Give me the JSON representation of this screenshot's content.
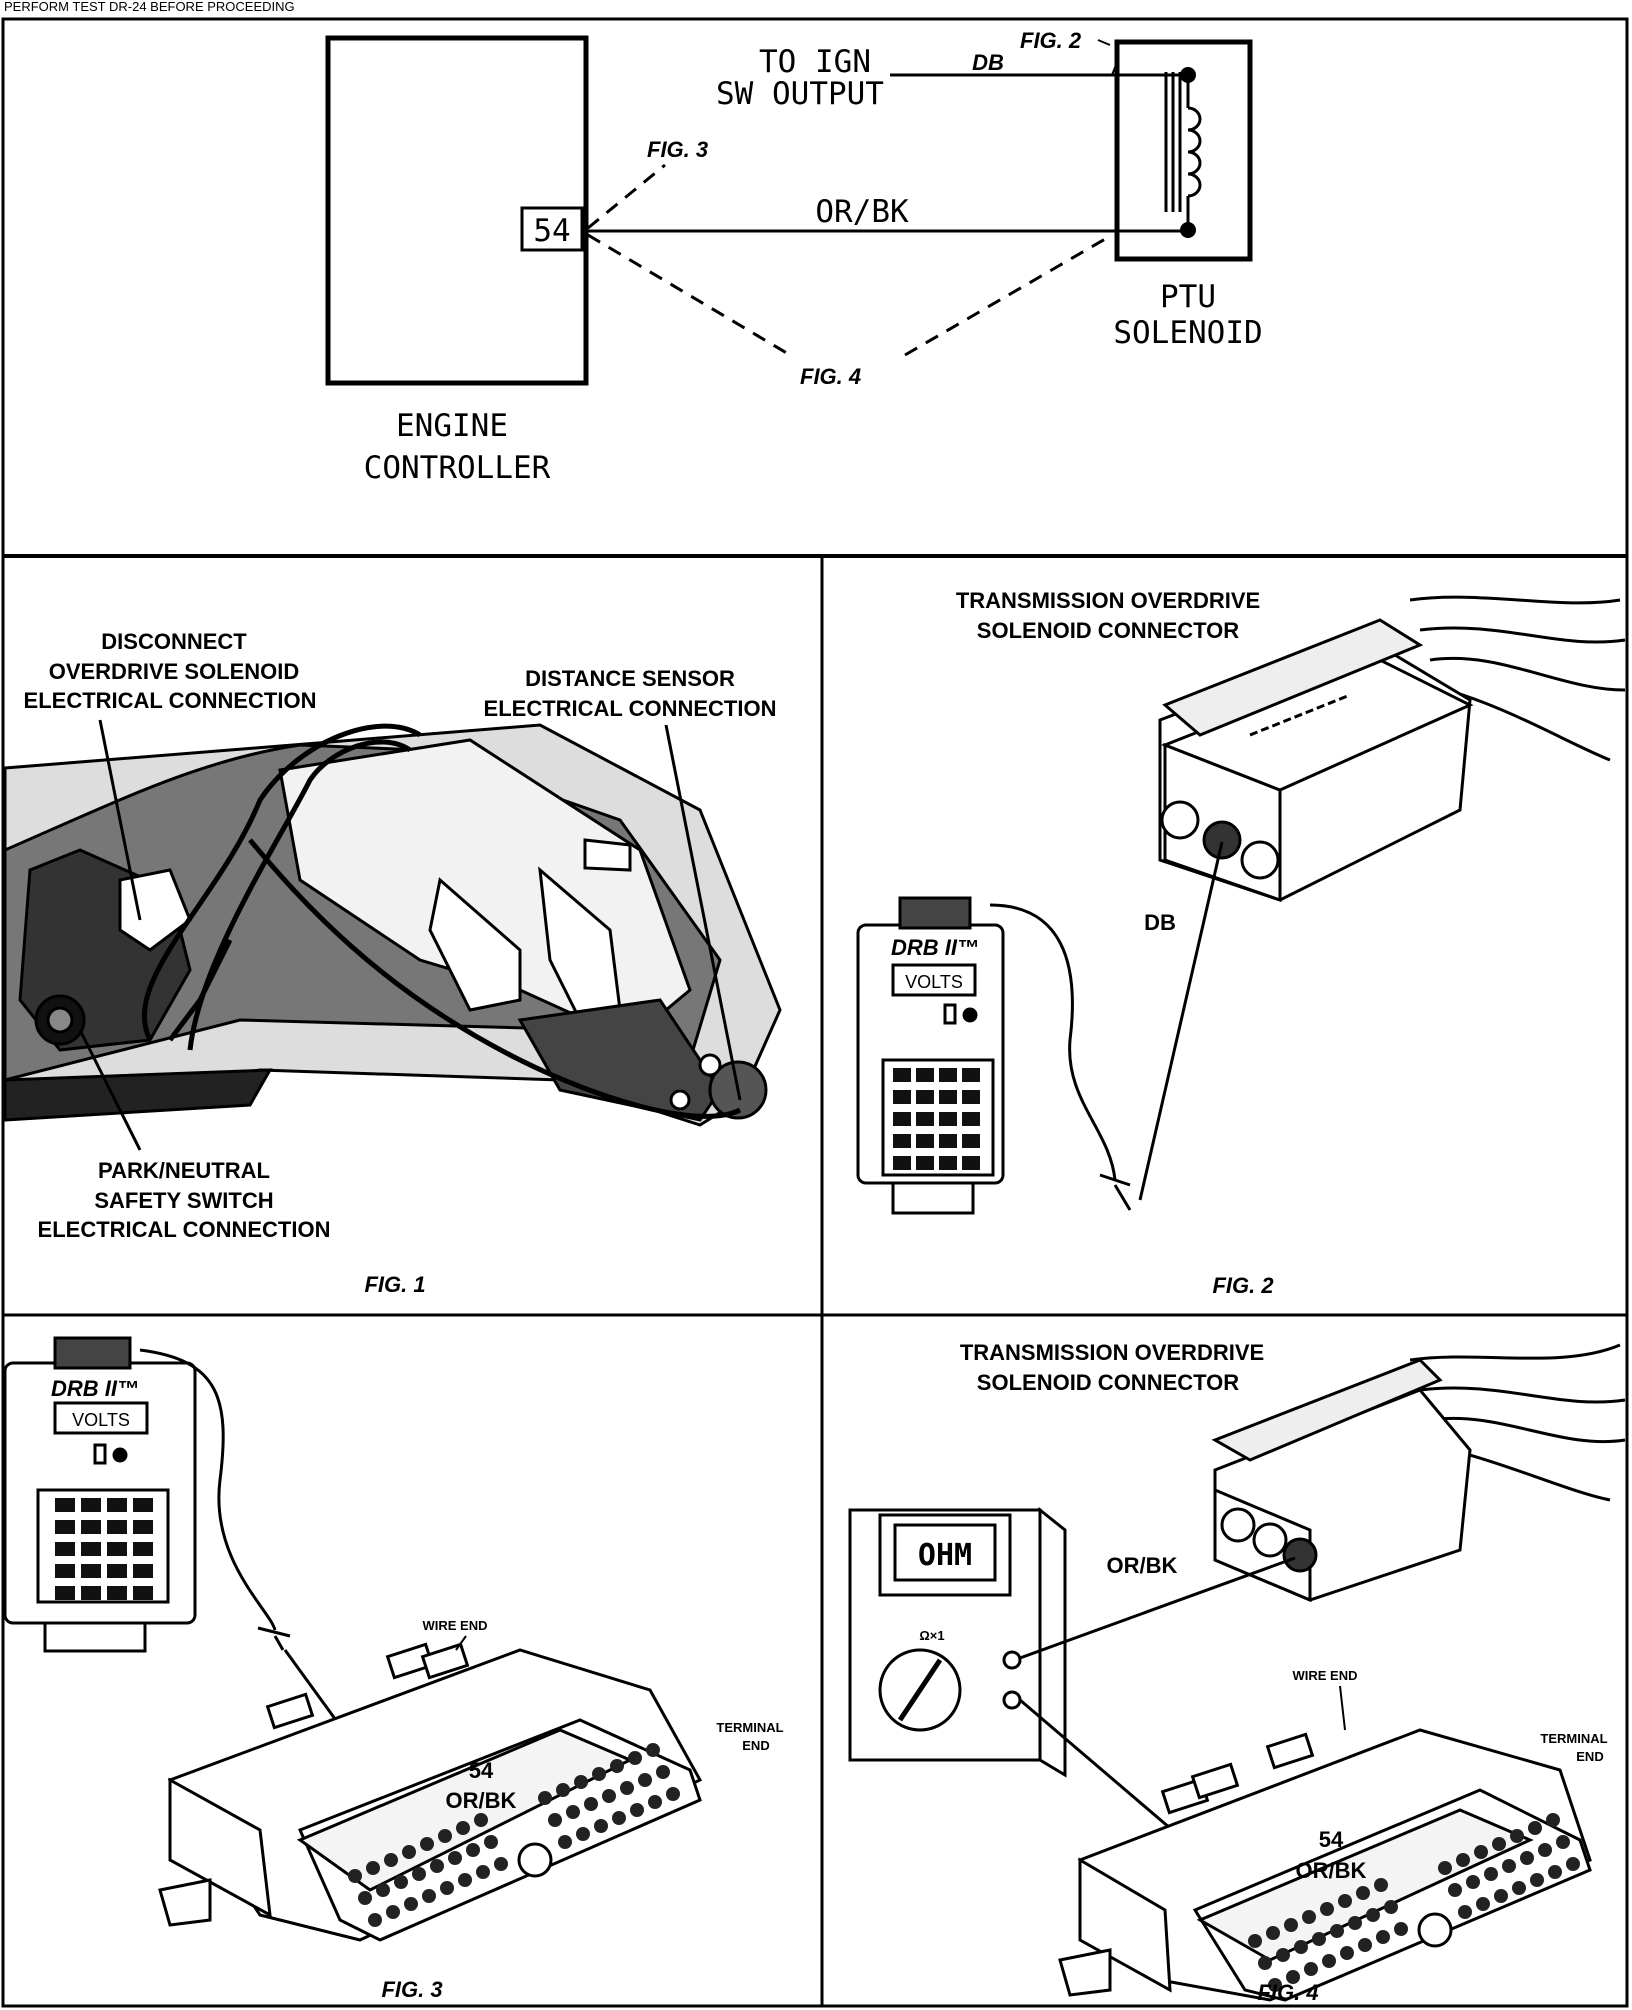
{
  "header": {
    "text": "PERFORM TEST DR-24 BEFORE PROCEEDING"
  },
  "schematic": {
    "ign_line1": "TO IGN",
    "ign_line2": "SW OUTPUT",
    "wire_db": "DB",
    "wire_orbk": "OR/BK",
    "pin": "54",
    "fig2": "FIG. 2",
    "fig3": "FIG. 3",
    "fig4": "FIG. 4",
    "ptu_line1": "PTU",
    "ptu_line2": "SOLENOID",
    "ctrl_line1": "ENGINE",
    "ctrl_line2": "CONTROLLER"
  },
  "fig1": {
    "disconnect_1": "DISCONNECT",
    "disconnect_2": "OVERDRIVE SOLENOID",
    "disconnect_3": "ELECTRICAL CONNECTION",
    "distance_1": "DISTANCE SENSOR",
    "distance_2": "ELECTRICAL CONNECTION",
    "park_1": "PARK/NEUTRAL",
    "park_2": "SAFETY SWITCH",
    "park_3": "ELECTRICAL CONNECTION",
    "caption": "FIG. 1"
  },
  "fig2": {
    "title_1": "TRANSMISSION OVERDRIVE",
    "title_2": "SOLENOID CONNECTOR",
    "tester_brand": "DRB II™",
    "tester_display": "VOLTS",
    "wire": "DB",
    "caption": "FIG. 2"
  },
  "fig3": {
    "tester_brand": "DRB II™",
    "tester_display": "VOLTS",
    "wire_end": "WIRE END",
    "terminal_1": "TERMINAL",
    "terminal_2": "END",
    "pin": "54",
    "wire": "OR/BK",
    "caption": "FIG. 3"
  },
  "fig4": {
    "title_1": "TRANSMISSION OVERDRIVE",
    "title_2": "SOLENOID CONNECTOR",
    "meter_display": "OHM",
    "meter_range": "Ω×1",
    "wire_label": "OR/BK",
    "wire_end": "WIRE END",
    "terminal_1": "TERMINAL",
    "terminal_2": "END",
    "pin": "54",
    "wire": "OR/BK",
    "caption": "FIG. 4"
  }
}
